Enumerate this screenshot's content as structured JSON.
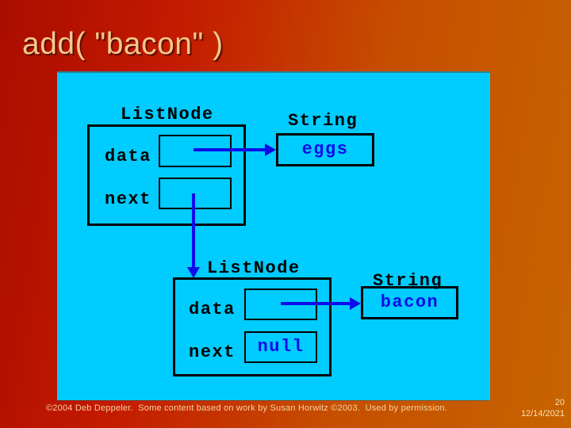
{
  "title": "add( \"bacon\" )",
  "diagram": {
    "nodes": [
      {
        "class_label": "ListNode",
        "data_label": "data",
        "data_value": "",
        "next_label": "next",
        "next_value": "",
        "string": {
          "class_label": "String",
          "value": "eggs"
        }
      },
      {
        "class_label": "ListNode",
        "data_label": "data",
        "data_value": "",
        "next_label": "next",
        "next_value": "null",
        "string": {
          "class_label": "String",
          "value": "bacon"
        }
      }
    ]
  },
  "footer": {
    "copyright": "©2004 Deb Deppeler.  Some content based on work by Susan Horwitz ©2003.  Used by permission.",
    "page_number": "20",
    "date": "12/14/2021"
  },
  "colors": {
    "background_left": "#a90d00",
    "background_right": "#c76400",
    "panel_cyan": "#00ccff",
    "arrow_blue": "#0d0deb",
    "box_border": "#000000",
    "title_text": "#f5c78c",
    "footer_text": "#f3d2a2"
  }
}
